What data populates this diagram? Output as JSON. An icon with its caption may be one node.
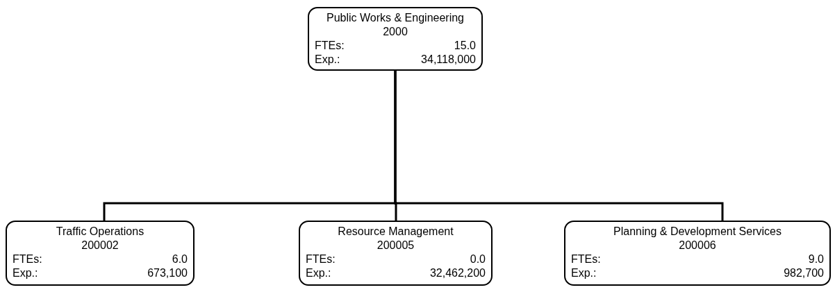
{
  "diagram": {
    "nodes": [
      {
        "text": [
          "Public Works & Engineering",
          "2000",
          "FTEs:",
          "15.0",
          "Exp.:",
          "34,118,000"
        ]
      },
      {
        "text": [
          "Traffic Operations",
          "200002",
          "FTEs:",
          "6.0",
          "Exp.:",
          "673,100"
        ]
      },
      {
        "text": [
          "Resource Management",
          "200005",
          "FTEs:",
          "0.0",
          "Exp.:",
          "32,462,200"
        ]
      },
      {
        "text": [
          "Planning & Development Services",
          "200006",
          "FTEs:",
          "9.0",
          "Exp.:",
          "982,700"
        ]
      }
    ],
    "edges": [
      {
        "from": 0,
        "to": 1,
        "arrow": "none"
      },
      {
        "from": 0,
        "to": 2,
        "arrow": "none"
      },
      {
        "from": 0,
        "to": 3,
        "arrow": "none"
      }
    ]
  }
}
